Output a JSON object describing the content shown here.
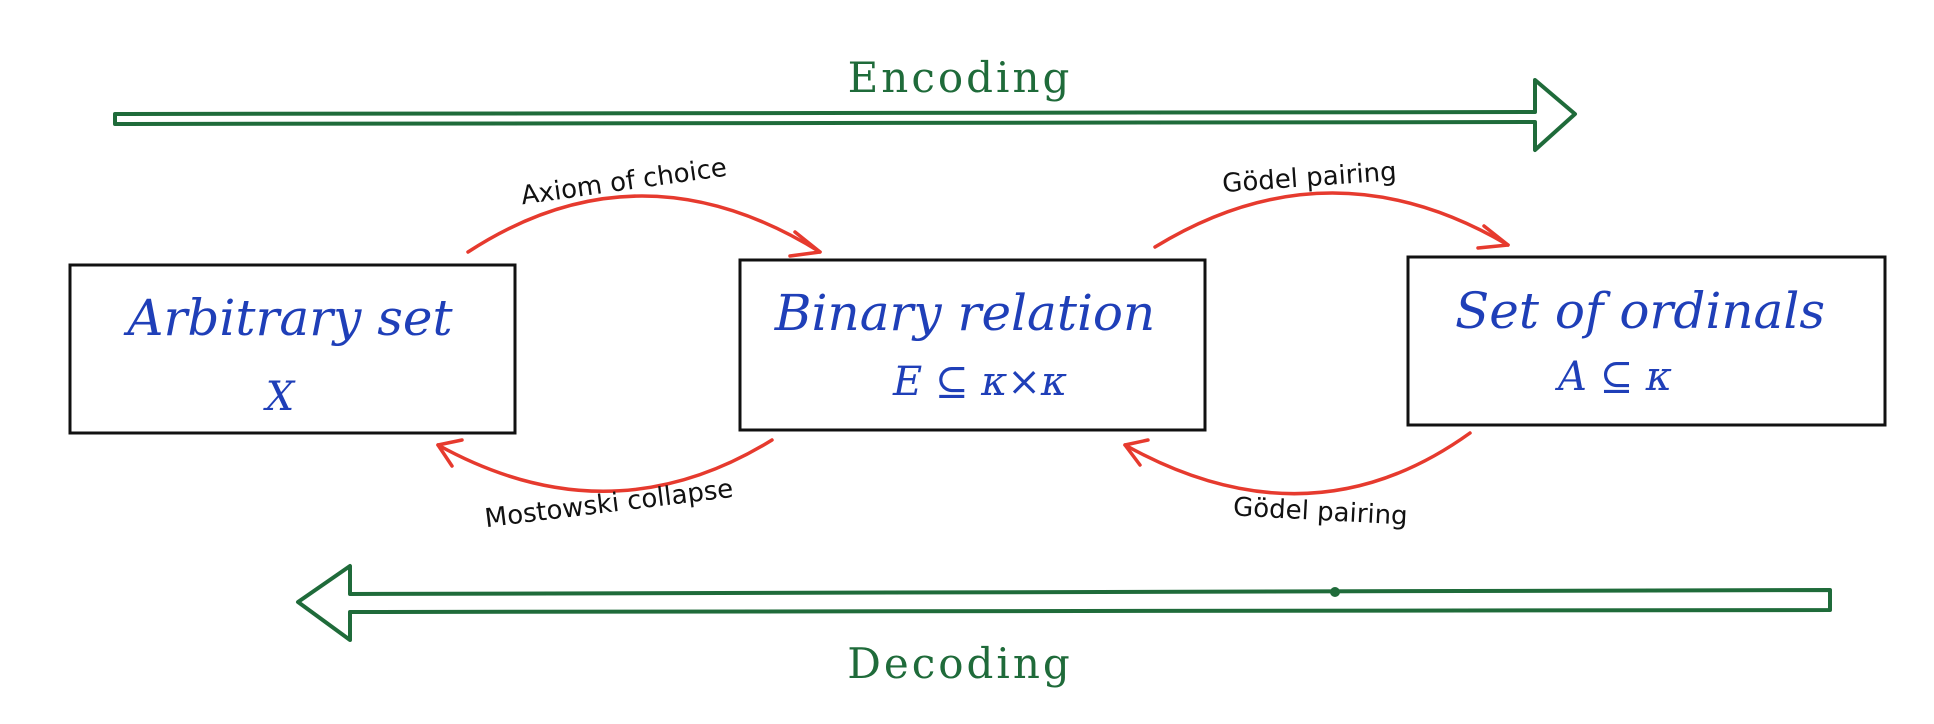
{
  "encoding_label": "Encoding",
  "decoding_label": "Decoding",
  "boxes": {
    "arbitrary": {
      "title": "Arbitrary set",
      "sub": "X"
    },
    "binary": {
      "title": "Binary relation",
      "sub": "E ⊆ κ×κ"
    },
    "ordinals": {
      "title": "Set of ordinals",
      "sub": "A ⊆ κ"
    }
  },
  "edges": {
    "axiom_of_choice": "Axiom of choice",
    "godel_top": "Gödel pairing",
    "mostowski": "Mostowski collapse",
    "godel_bottom": "Gödel pairing"
  },
  "colors": {
    "arrow_green": "#1f6b3a",
    "ink_blue": "#1f3fb8",
    "edge_red": "#e63a2e"
  }
}
